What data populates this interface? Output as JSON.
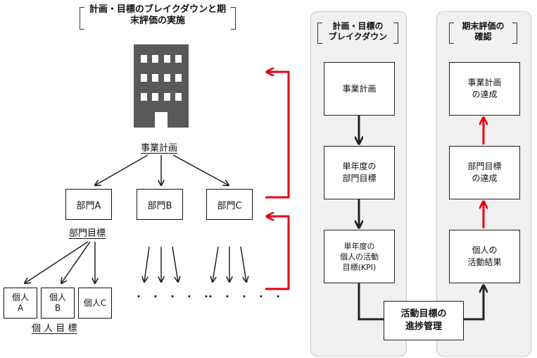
{
  "left": {
    "title": "計画・目標のブレイクダウンと期\n末評価の実施",
    "business_plan_label": "事業計画",
    "departments": [
      "部門A",
      "部門B",
      "部門C"
    ],
    "dept_goal_label": "部門目標",
    "individuals": [
      "個人\nA",
      "個人\nB",
      "個人C"
    ],
    "individual_goal_label": "個 人 目 標",
    "dots": "・・・・・"
  },
  "breakdown_panel": {
    "title": "計画・目標の\nブレイクダウン",
    "steps": [
      "事業計画",
      "単年度の\n部門目標",
      "単年度の\n個人の活動\n目標(KPI)"
    ]
  },
  "evaluation_panel": {
    "title": "期末評価の\n確認",
    "steps": [
      "事業計画\nの達成",
      "部門目標\nの達成",
      "個人の\n活動結果"
    ]
  },
  "center_box": "活動目標の\n進捗管理",
  "colors": {
    "red_arrow": "#e60012",
    "building": "#595959",
    "panel_bg": "#f0f0f0"
  }
}
